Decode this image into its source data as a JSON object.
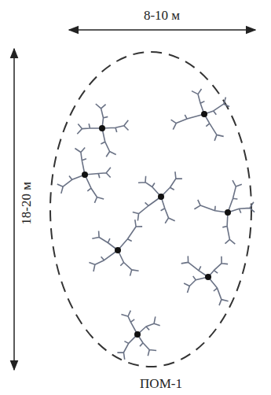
{
  "diagram": {
    "caption": "ПОМ-1",
    "labels": [
      "8-10 м",
      "18-20 м"
    ]
  }
}
